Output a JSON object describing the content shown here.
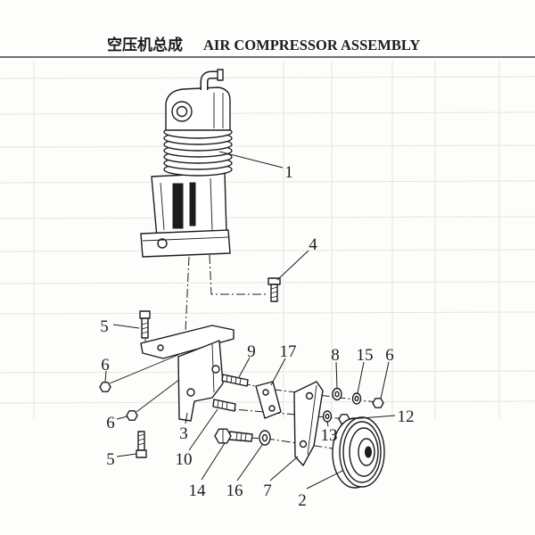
{
  "title": {
    "zh": "空压机总成",
    "en": "AIR COMPRESSOR ASSEMBLY"
  },
  "part_labels": [
    "1",
    "4",
    "5",
    "6",
    "9",
    "17",
    "8",
    "15",
    "6",
    "12",
    "13",
    "3",
    "6",
    "5",
    "10",
    "14",
    "16",
    "7",
    "2"
  ],
  "colors": {
    "ink": "#1c1c1c",
    "paper": "#fdfdfb"
  }
}
